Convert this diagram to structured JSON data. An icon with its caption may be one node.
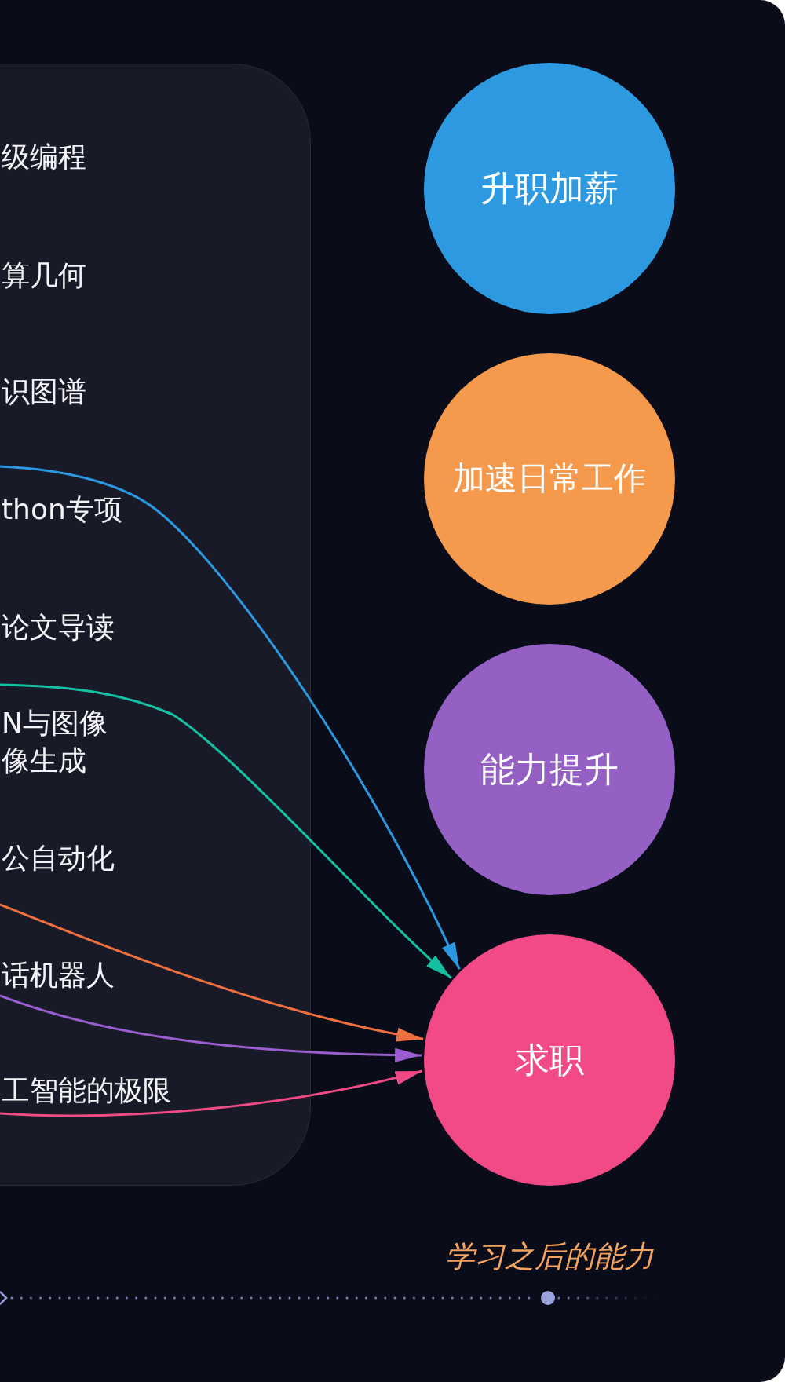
{
  "diagram": {
    "nodes": [
      {
        "text": [
          "级编程",
          "算几何",
          "识图谱",
          "thon专项",
          "论文导读",
          "N与图像",
          "像生成",
          "公自动化",
          "话机器人",
          "工智能的极限"
        ]
      },
      {
        "text": [
          "升职加薪"
        ]
      },
      {
        "text": [
          "加速日常工作"
        ]
      },
      {
        "text": [
          "能力提升"
        ]
      },
      {
        "text": [
          "求职"
        ]
      }
    ],
    "edges": [
      {
        "from": 0,
        "to": 4,
        "arrow": "to",
        "color": "#2b98e0"
      },
      {
        "from": 0,
        "to": 4,
        "arrow": "to",
        "color": "#15c0a2"
      },
      {
        "from": 0,
        "to": 4,
        "arrow": "to",
        "color": "#ee7040"
      },
      {
        "from": 0,
        "to": 4,
        "arrow": "to",
        "color": "#9a5ed0"
      },
      {
        "from": 0,
        "to": 4,
        "arrow": "to",
        "color": "#ee4a86"
      }
    ],
    "labels": [
      "学习之后的能力"
    ]
  }
}
